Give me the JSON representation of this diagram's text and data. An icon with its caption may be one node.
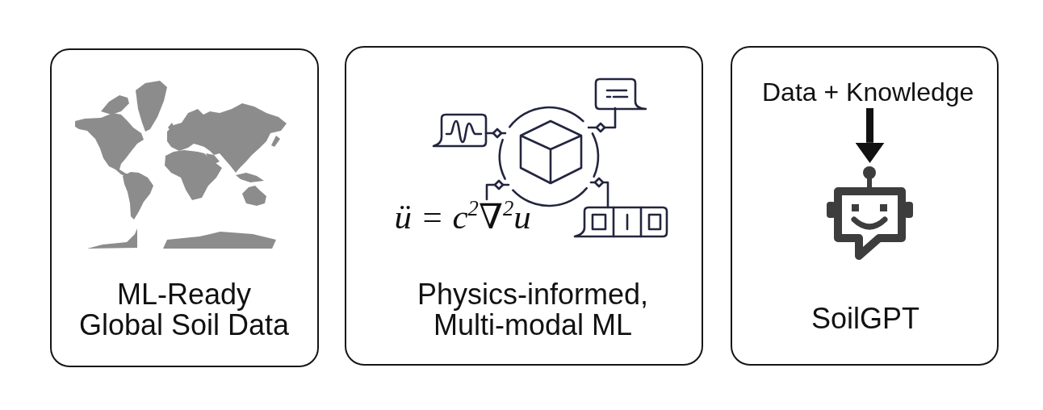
{
  "diagram": {
    "nodes": [
      {
        "text": [
          "ML-Ready Global Soil Data"
        ]
      },
      {
        "text": [
          "Physics-informed, Multi-modal ML"
        ]
      },
      {
        "text": [
          "SoilGPT"
        ]
      },
      {
        "text": [
          "Data + Knowledge"
        ],
        "in": 2
      },
      {
        "text": [],
        "shape": "picture",
        "in": 2
      }
    ],
    "edges": [
      {
        "from": 3,
        "to": 4,
        "arrow": "to"
      }
    ],
    "labels": [
      "ü = c$^{2}$∇$^{2}$u"
    ]
  }
}
